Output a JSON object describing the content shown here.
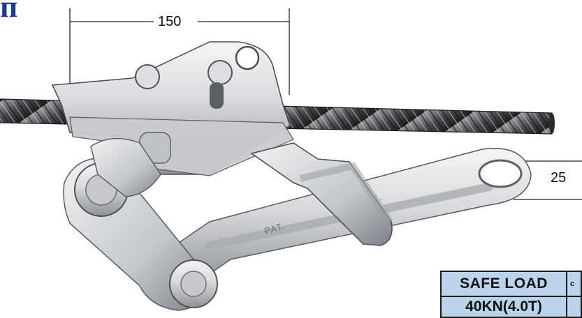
{
  "corner_mark": "п",
  "dimensions": {
    "width_label": "150",
    "thickness_label": "25"
  },
  "tool": {
    "embossed_text": "PAT.",
    "embossed_text_2": "K."
  },
  "spec_table": {
    "label": "SAFE LOAD",
    "label_extra": "c",
    "value": "40KN(4.0T)"
  },
  "colors": {
    "table_fill": "#bcd3ec",
    "steel_light": "#e9eaec",
    "steel_dark": "#7d8086",
    "cable_dark": "#2f3033"
  }
}
